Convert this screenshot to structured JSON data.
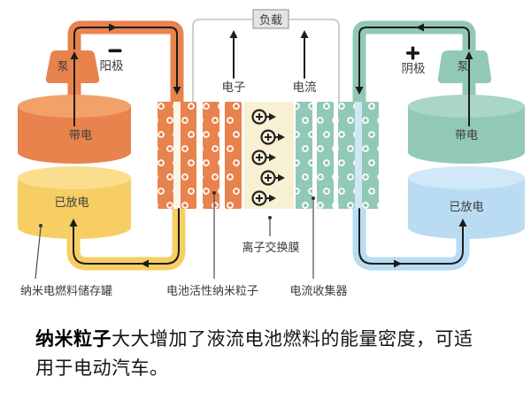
{
  "diagram": {
    "load_label": "负载",
    "left": {
      "pump_label": "泵",
      "electrode_sign": "−",
      "electrode_label": "阳极",
      "charged_label": "带电",
      "discharged_label": "已放电",
      "tank_caption": "纳米电燃料储存罐"
    },
    "right": {
      "pump_label": "泵",
      "electrode_sign": "+",
      "electrode_label": "阴极",
      "charged_label": "带电",
      "discharged_label": "已放电"
    },
    "middle": {
      "electron_label": "电子",
      "current_label": "电流",
      "membrane_label": "离子交换膜",
      "nanoparticle_label": "电池活性纳米粒子",
      "collector_label": "电流收集器"
    },
    "colors": {
      "orange": "#E8834E",
      "orange_light": "#F2A169",
      "yellow": "#F6CE63",
      "yellow_light": "#FADE8D",
      "cream_membrane": "#F7F0D3",
      "teal": "#92C8B7",
      "teal_light": "#A9D6C5",
      "blue": "#B9DCF2",
      "blue_light": "#D0E8F7",
      "wire_gray": "#C2C2C2",
      "ink": "#1C1C1C"
    }
  },
  "caption": {
    "bold": "纳米粒子",
    "text": "大大增加了液流电池燃料的能量密度，可适用于电动汽车。"
  }
}
